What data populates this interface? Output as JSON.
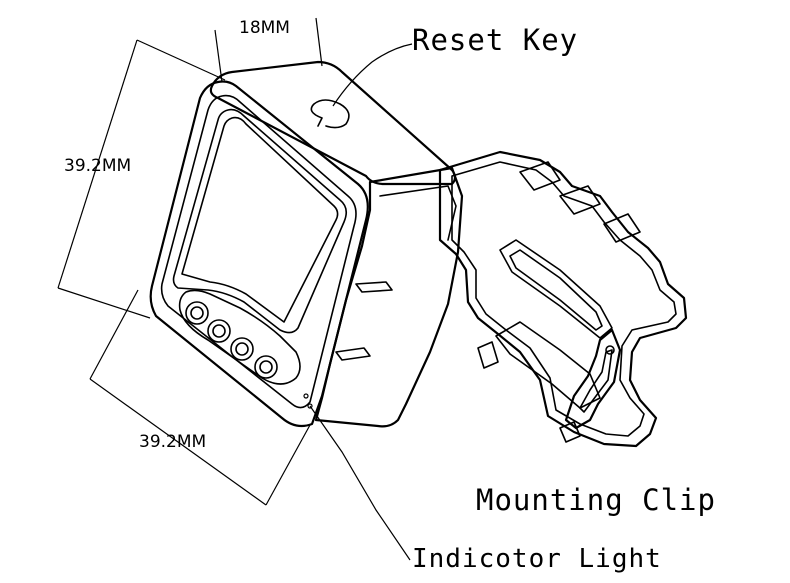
{
  "dimensions": {
    "depth": "18MM",
    "height": "39.2MM",
    "width": "39.2MM"
  },
  "callouts": {
    "reset_key": "Reset Key",
    "mounting_clip": "Mounting Clip",
    "indicator_light": "Indicotor Light"
  }
}
